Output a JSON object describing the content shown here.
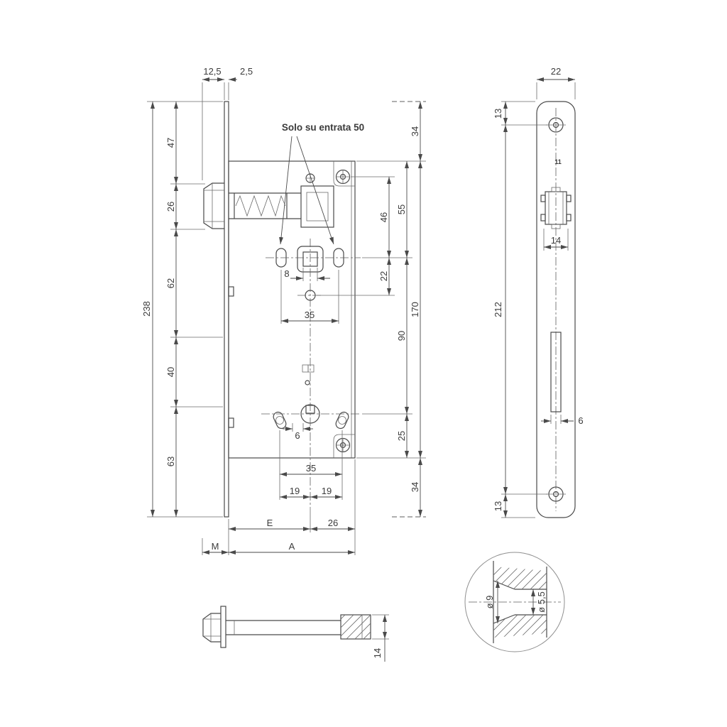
{
  "main_view": {
    "note_entrata": "Solo su entrata 50",
    "dims": {
      "d12_5": "12,5",
      "d2_5": "2,5",
      "d47": "47",
      "d26_left": "26",
      "d62": "62",
      "d40": "40",
      "d63": "63",
      "d238": "238",
      "d34_top": "34",
      "d55": "55",
      "d46": "46",
      "d22": "22",
      "d170": "170",
      "d90": "90",
      "d25": "25",
      "d34_bottom": "34",
      "d8": "8",
      "d35_mid": "35",
      "d6": "6",
      "d35_bottom": "35",
      "d19_left": "19",
      "d19_right": "19",
      "dE": "E",
      "d26_bottom": "26",
      "dM": "M",
      "dA": "A"
    }
  },
  "strike_plate": {
    "marking": "11",
    "dims": {
      "d22": "22",
      "d13_top": "13",
      "d14": "14",
      "d212": "212",
      "d6": "6",
      "d13_bottom": "13"
    }
  },
  "latch_side_view": {
    "dims": {
      "d14": "14"
    }
  },
  "countersink_detail": {
    "dims": {
      "d9": "ø 9",
      "d5_5": "ø 5,5"
    }
  }
}
